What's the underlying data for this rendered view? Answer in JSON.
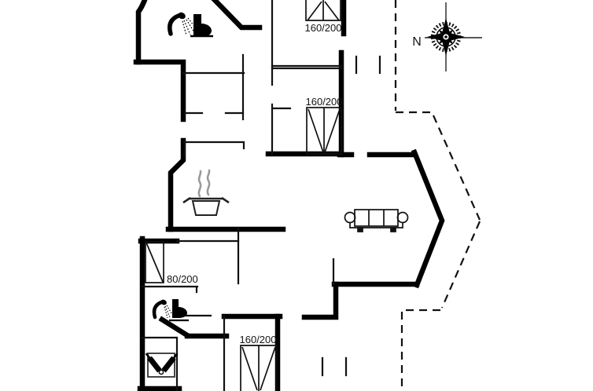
{
  "type": "floor-plan",
  "compass": {
    "label": "N"
  },
  "beds": {
    "top": {
      "label": "160/200"
    },
    "middle": {
      "label": "160/200"
    },
    "bottom": {
      "label": "160/200"
    },
    "single": {
      "label": "80/200"
    }
  },
  "icons": {
    "compass": "compass-rose-icon",
    "shower_top": "shower-icon",
    "toilet_top": "toilet-icon",
    "shower_bottom": "shower-icon",
    "toilet_bottom": "toilet-icon",
    "cooking": "pot-steam-icon",
    "sofa": "sofa-icon",
    "bottles": "wine-bottles-icon"
  },
  "colors": {
    "wall": "#000000",
    "thin_line": "#111111",
    "steam": "#9a9a9a",
    "background": "#ffffff",
    "text": "#141414"
  }
}
